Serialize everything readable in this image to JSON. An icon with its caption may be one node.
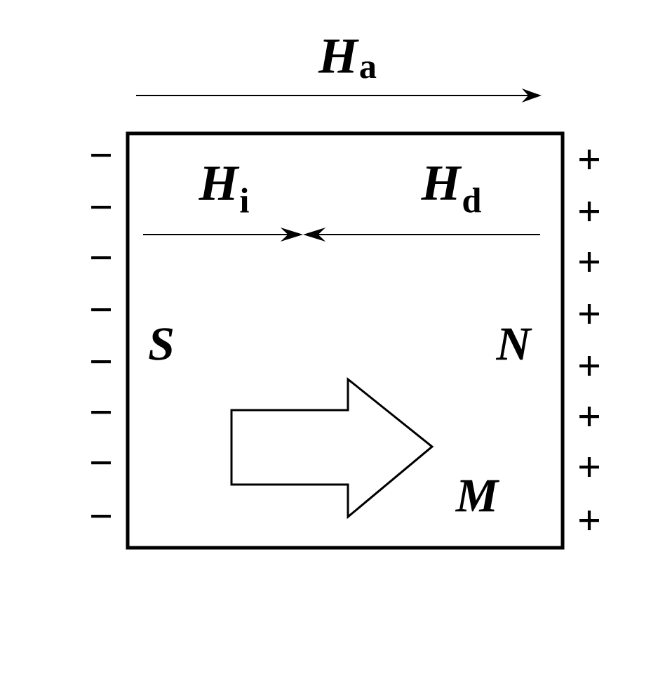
{
  "diagram": {
    "nodes": [
      {
        "text": [
          "S",
          "N",
          "M"
        ]
      }
    ],
    "labels": [
      "*H*$_{a}$",
      "*H*$_{i}$",
      "*H*$_{d}$",
      "−",
      "−",
      "−",
      "−",
      "−",
      "−",
      "−",
      "−",
      "+",
      "+",
      "+",
      "+",
      "+",
      "+",
      "+",
      "+"
    ]
  }
}
